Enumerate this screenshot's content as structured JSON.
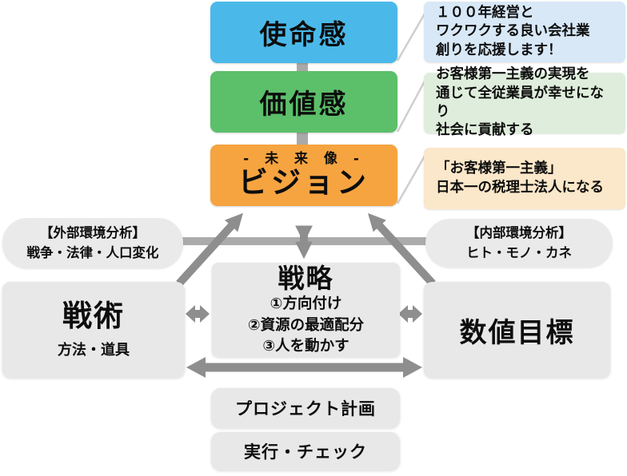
{
  "diagram": {
    "mission": {
      "label": "使命感"
    },
    "values": {
      "label": "価値感"
    },
    "vision": {
      "subtitle": "- 未 来 像 -",
      "label": "ビジョン"
    },
    "annotations": {
      "mission": {
        "lines": [
          "１００年経営と",
          "ワクワクする良い会社業",
          "創りを応援します！"
        ]
      },
      "values": {
        "lines": [
          "お客様第一主義の実現を",
          "通じて全従業員が幸せになり",
          "社会に貢献する"
        ]
      },
      "vision": {
        "lines": [
          "「お客様第一主義」",
          "日本一の税理士法人になる"
        ]
      }
    },
    "external_analysis": {
      "title": "【外部環境分析】",
      "sub": "戦争・法律・人口変化"
    },
    "internal_analysis": {
      "title": "【内部環境分析】",
      "sub": "ヒト・モノ・カネ"
    },
    "strategy": {
      "label": "戦略",
      "items": [
        "①方向付け",
        "②資源の最適配分",
        "③人を動かす"
      ]
    },
    "tactics": {
      "label": "戦術",
      "sub": "方法・道具"
    },
    "targets": {
      "label": "数値目標"
    },
    "project": {
      "label": "プロジェクト計画"
    },
    "execution": {
      "label": "実行・チェック"
    }
  },
  "colors": {
    "blue": "#4ab9e9",
    "green": "#5cbf6a",
    "orange": "#f6a440",
    "lightblue": "#d8e8f7",
    "lightgreen": "#dfeedc",
    "peach": "#fbe7c9",
    "boxgray": "#e8e8e8",
    "pillgray": "#eaeaea",
    "arrow": "#8e8e8e",
    "bar": "#ababab",
    "connector": "#a9a9a9",
    "leader": "#cfcfcf"
  }
}
